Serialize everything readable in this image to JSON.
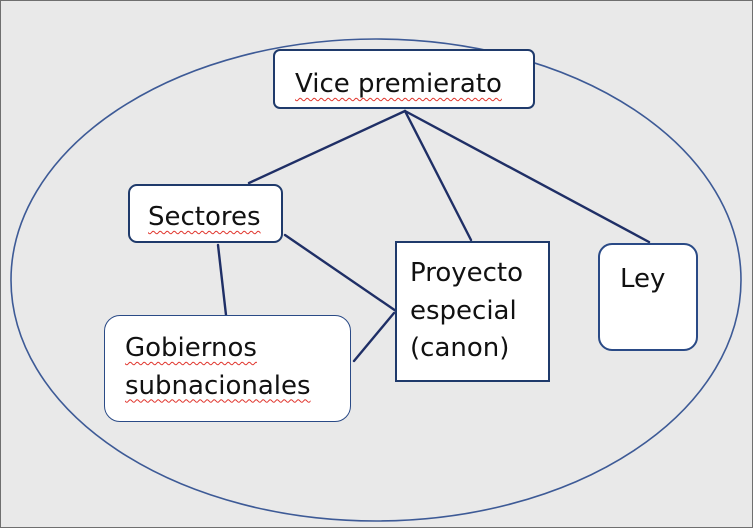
{
  "nodes": {
    "vice_premierato": "Vice premierato",
    "sectores": "Sectores",
    "proyecto_line1": "Proyecto",
    "proyecto_line2": "especial",
    "proyecto_line3": "(canon)",
    "ley": "Ley",
    "gobiernos_line1": "Gobiernos",
    "gobiernos_line2": "subnacionales"
  },
  "colors": {
    "background": "#e9e9e9",
    "ellipse_stroke": "#3d5a96",
    "connector": "#1f2f66",
    "node_border": "#1f3a6b",
    "spellcheck_underline": "#e0332b"
  }
}
